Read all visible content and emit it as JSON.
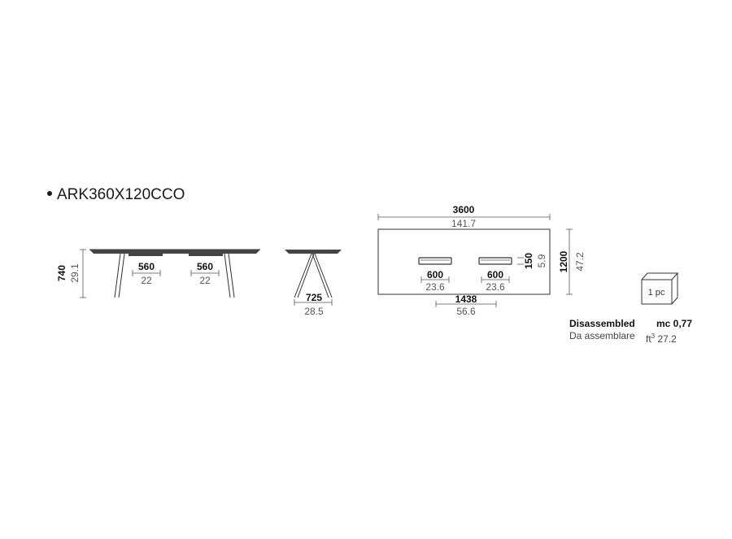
{
  "product": {
    "code": "ARK360X120CCO"
  },
  "side_view": {
    "height_mm": "740",
    "height_in": "29.1",
    "slot_left_mm": "560",
    "slot_left_in": "22",
    "slot_right_mm": "560",
    "slot_right_in": "22"
  },
  "end_view": {
    "leg_span_mm": "725",
    "leg_span_in": "28.5"
  },
  "top_view": {
    "length_mm": "3600",
    "length_in": "141.7",
    "width_mm": "1200",
    "width_in": "47.2",
    "slot_left_mm": "600",
    "slot_left_in": "23.6",
    "slot_right_mm": "600",
    "slot_right_in": "23.6",
    "slot_depth_mm": "150",
    "slot_depth_in": "5.9",
    "slot_spacing_mm": "1438",
    "slot_spacing_in": "56.6"
  },
  "package": {
    "pieces_label": "1 pc",
    "disassembled_label": "Disassembled",
    "volume_metric": "mc 0,77",
    "disassembled_label_it": "Da assemblare",
    "volume_imperial_unit": "ft",
    "volume_imperial_exp": "3",
    "volume_imperial_value": "27.2"
  }
}
